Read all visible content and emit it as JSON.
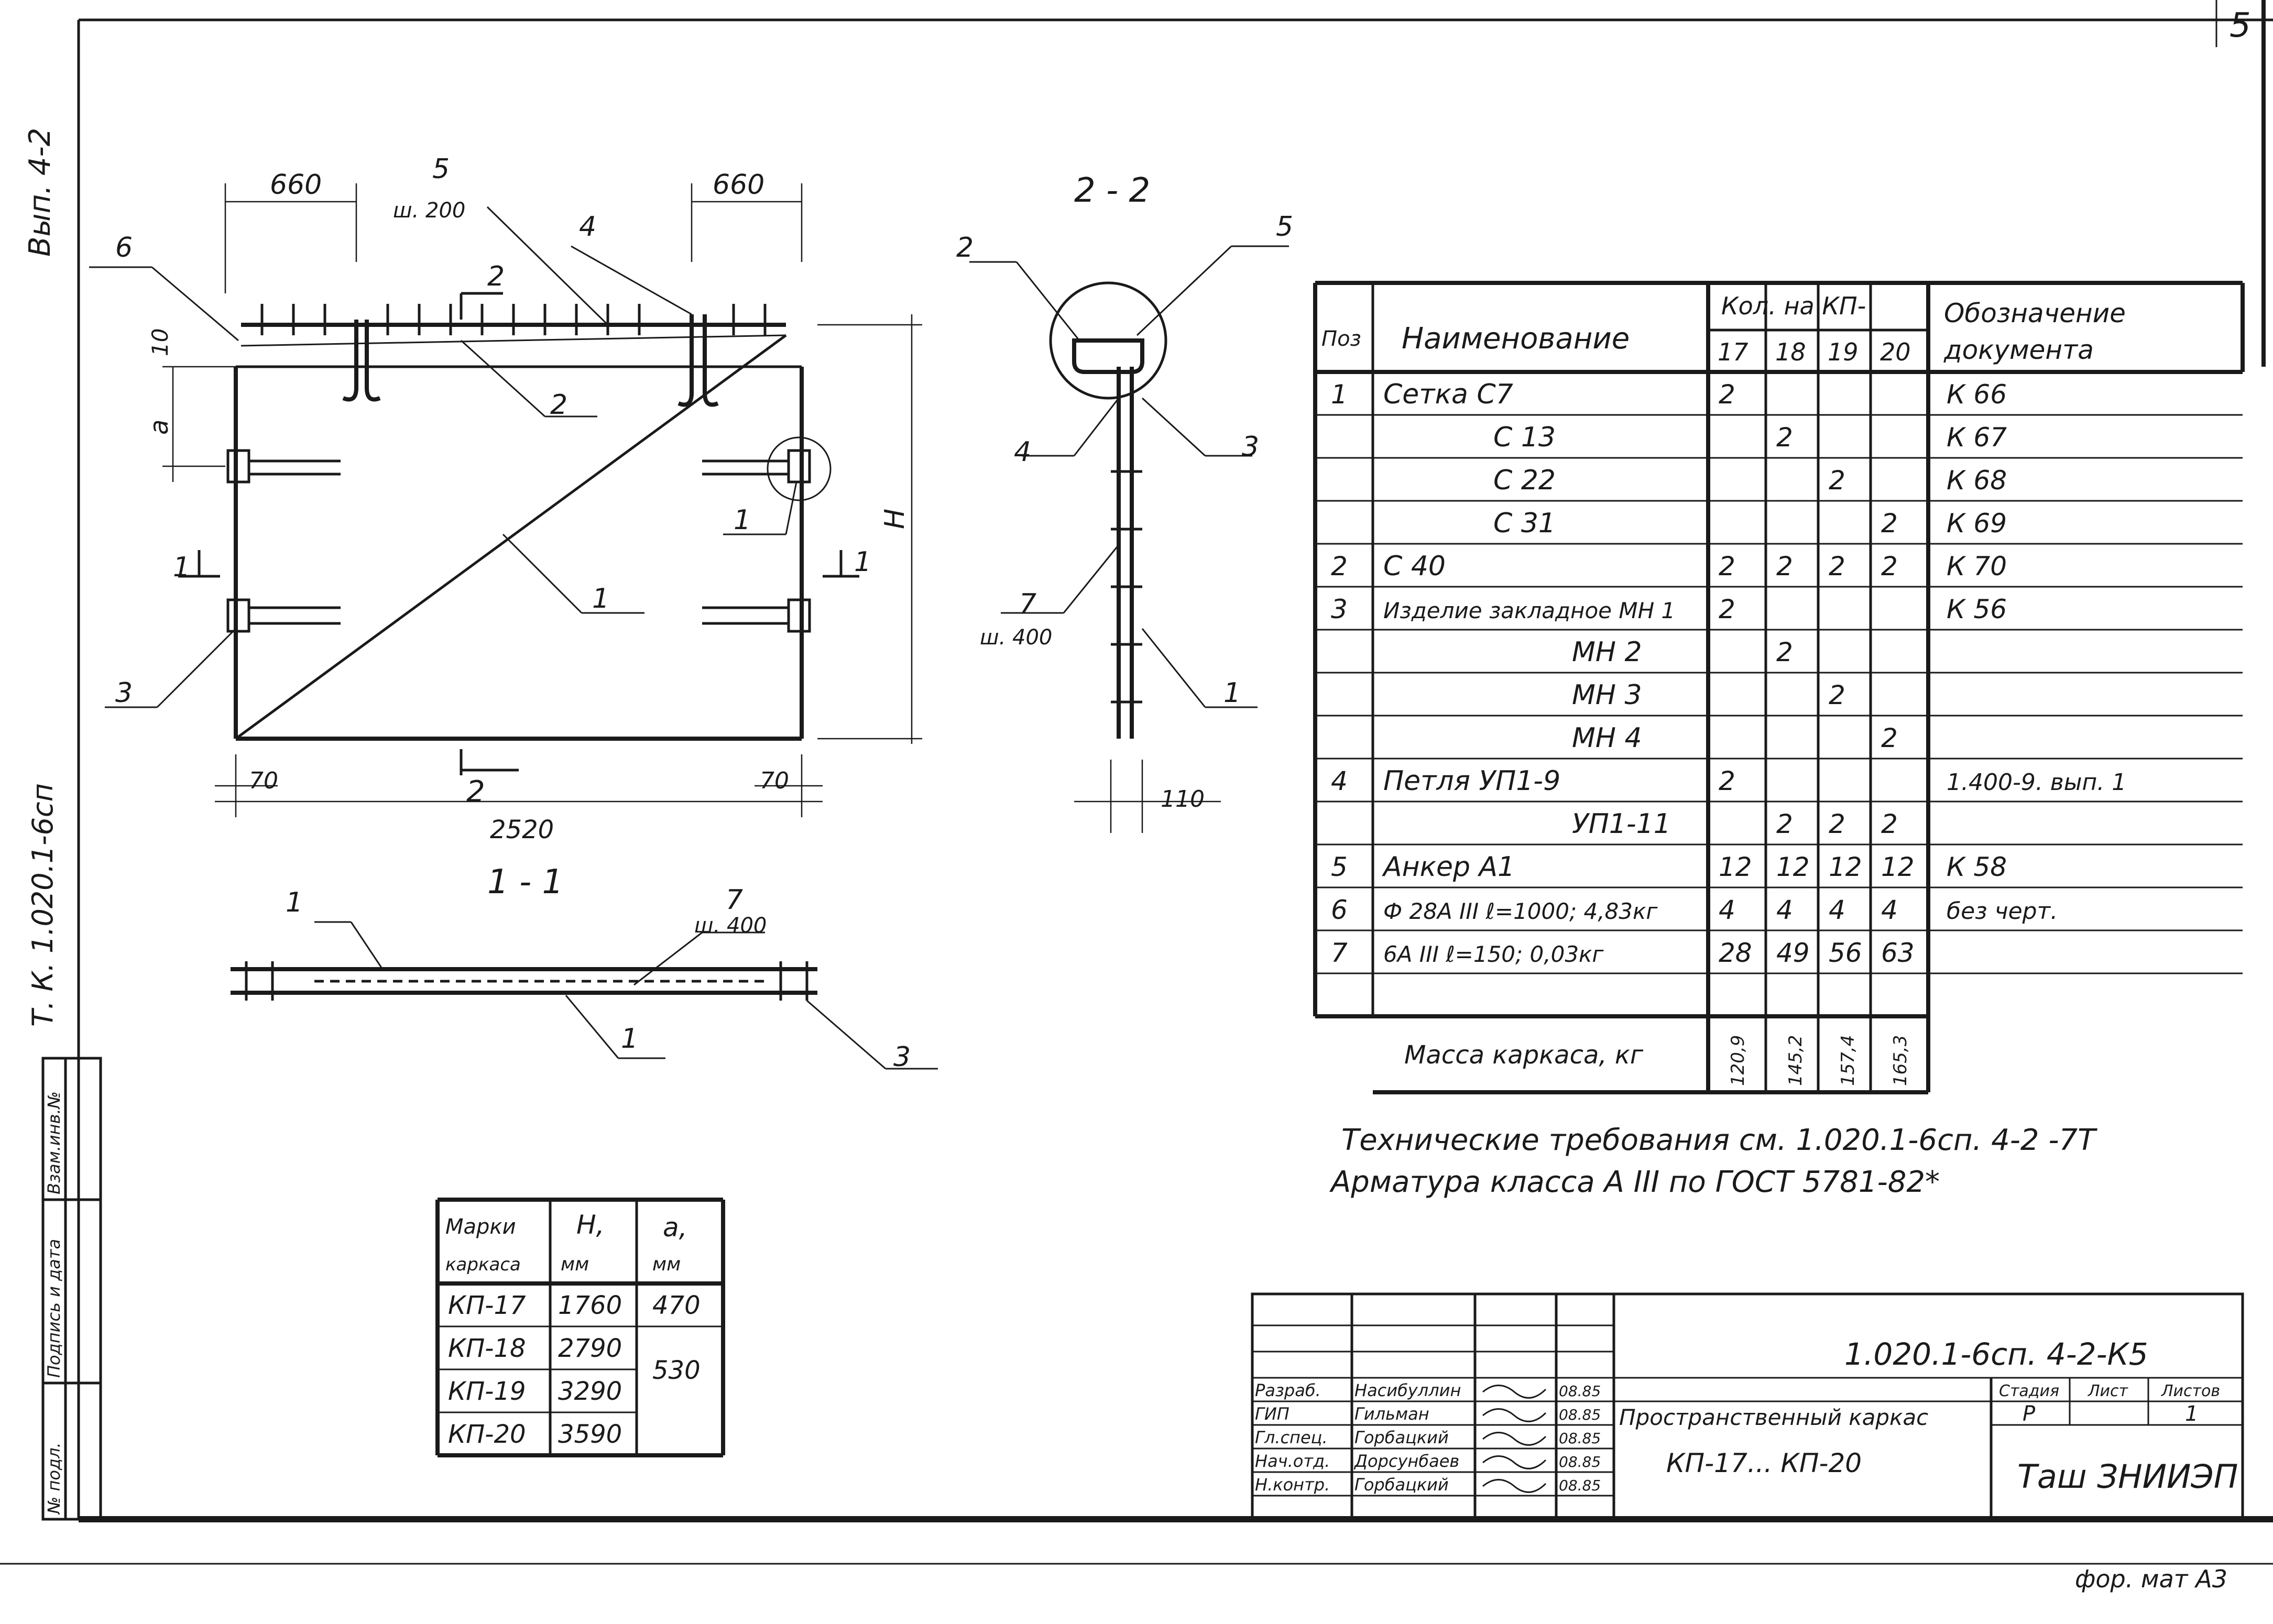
{
  "side_labels": {
    "issue": "Вып. 4-2",
    "series": "Т. К. 1.020.1-6сп",
    "stamp_inv_replace": "Взам.инв.№",
    "stamp_sign_date": "Подпись и дата",
    "stamp_inv_orig": "№ подл."
  },
  "page_number": "5",
  "format": "фор. мат А3",
  "plan_view": {
    "dim_left": "660",
    "dim_right": "660",
    "dim_step_label": "ш. 200",
    "dim_height_small": "10",
    "dim_a": "а",
    "dim_H": "Н",
    "dim_edge_left": "70",
    "dim_edge_right": "70",
    "dim_total": "2520",
    "section_mark": "2",
    "section_mark_bottom": "2",
    "cut_left": "1",
    "cut_right": "1",
    "callouts": [
      "6",
      "5",
      "4",
      "2",
      "1",
      "1",
      "3",
      "2"
    ]
  },
  "section_2_2": {
    "title": "2 - 2",
    "callouts": [
      "2",
      "5",
      "4",
      "3",
      "7",
      "1"
    ],
    "step_label": "ш. 400",
    "dim_width": "110"
  },
  "section_1_1": {
    "title": "1 - 1",
    "callouts": [
      "1",
      "7",
      "1",
      "3"
    ],
    "step_label": "ш. 400"
  },
  "spec_table": {
    "headers": {
      "pos": "Поз",
      "name": "Наименование",
      "qty": "Кол. на КП-",
      "doc": "Обозначение документа",
      "kp": [
        "17",
        "18",
        "19",
        "20"
      ]
    },
    "rows": [
      {
        "pos": "1",
        "name": "Сетка С7",
        "q": [
          "2",
          "",
          "",
          ""
        ],
        "doc": "К 66"
      },
      {
        "pos": "",
        "name": "С 13",
        "q": [
          "",
          "2",
          "",
          ""
        ],
        "doc": "К 67"
      },
      {
        "pos": "",
        "name": "С 22",
        "q": [
          "",
          "",
          "2",
          ""
        ],
        "doc": "К 68"
      },
      {
        "pos": "",
        "name": "С 31",
        "q": [
          "",
          "",
          "",
          "2"
        ],
        "doc": "К 69"
      },
      {
        "pos": "2",
        "name": "С 40",
        "q": [
          "2",
          "2",
          "2",
          "2"
        ],
        "doc": "К 70"
      },
      {
        "pos": "3",
        "name": "Изделие закладное МН 1",
        "q": [
          "2",
          "",
          "",
          ""
        ],
        "doc": "К 56"
      },
      {
        "pos": "",
        "name": "МН 2",
        "q": [
          "",
          "2",
          "",
          ""
        ],
        "doc": ""
      },
      {
        "pos": "",
        "name": "МН 3",
        "q": [
          "",
          "",
          "2",
          ""
        ],
        "doc": ""
      },
      {
        "pos": "",
        "name": "МН 4",
        "q": [
          "",
          "",
          "",
          "2"
        ],
        "doc": ""
      },
      {
        "pos": "4",
        "name": "Петля УП1-9",
        "q": [
          "2",
          "",
          "",
          ""
        ],
        "doc": "1.400-9. вып. 1"
      },
      {
        "pos": "",
        "name": "УП1-11",
        "q": [
          "",
          "2",
          "2",
          "2"
        ],
        "doc": ""
      },
      {
        "pos": "5",
        "name": "Анкер А1",
        "q": [
          "12",
          "12",
          "12",
          "12"
        ],
        "doc": "К 58"
      },
      {
        "pos": "6",
        "name": "Ф 28А III ℓ=1000; 4,83кг",
        "q": [
          "4",
          "4",
          "4",
          "4"
        ],
        "doc": "без черт."
      },
      {
        "pos": "7",
        "name": "6А III ℓ=150; 0,03кг",
        "q": [
          "28",
          "49",
          "56",
          "63"
        ],
        "doc": ""
      },
      {
        "pos": "",
        "name": "",
        "q": [
          "",
          "",
          "",
          ""
        ],
        "doc": ""
      }
    ],
    "mass_label": "Масса каркаса, кг",
    "mass": [
      "120,9",
      "145,2",
      "157,4",
      "165,3"
    ]
  },
  "notes": [
    "Технические требования см. 1.020.1-6сп. 4-2 -7Т",
    "Арматура класса А III по ГОСТ 5781-82*"
  ],
  "marks_table": {
    "headers": [
      "Марки каркаса",
      "Н, мм",
      "а, мм"
    ],
    "rows": [
      {
        "mark": "КП-17",
        "H": "1760",
        "a": "470"
      },
      {
        "mark": "КП-18",
        "H": "2790",
        "a": ""
      },
      {
        "mark": "КП-19",
        "H": "3290",
        "a": "530"
      },
      {
        "mark": "КП-20",
        "H": "3590",
        "a": ""
      }
    ]
  },
  "title_block": {
    "code": "1.020.1-6сп. 4-2-К5",
    "title_line1": "Пространственный каркас",
    "title_line2": "КП-17... КП-20",
    "stage_label": "Стадия",
    "sheet_label": "Лист",
    "sheets_label": "Листов",
    "stage": "Р",
    "sheets": "1",
    "org": "Таш ЗНИИЭП",
    "roles": [
      {
        "role": "Разраб.",
        "name": "Насибуллин",
        "date": "08.85"
      },
      {
        "role": "ГИП",
        "name": "Гильман",
        "date": "08.85"
      },
      {
        "role": "Гл.спец.",
        "name": "Горбацкий",
        "date": "08.85"
      },
      {
        "role": "Нач.отд.",
        "name": "Дорсунбаев",
        "date": "08.85"
      },
      {
        "role": "Н.контр.",
        "name": "Горбацкий",
        "date": "08.85"
      }
    ]
  }
}
